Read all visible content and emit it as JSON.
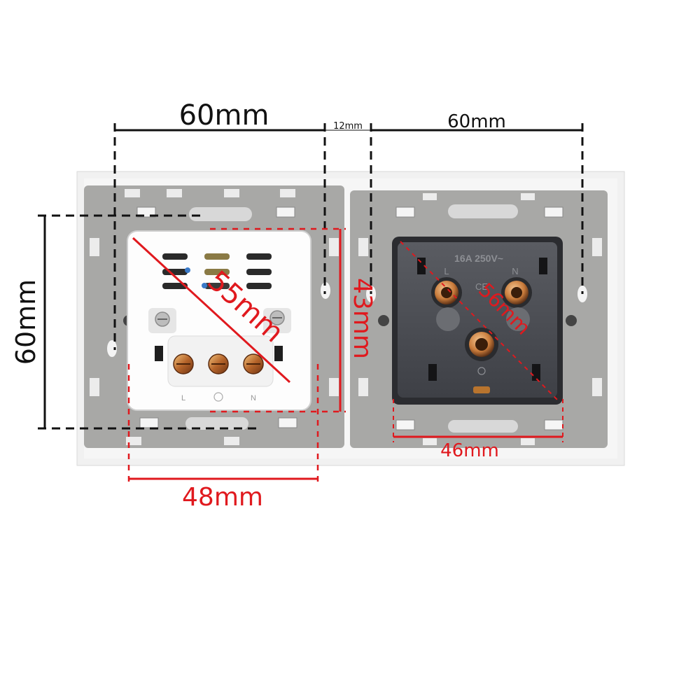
{
  "dimensions": {
    "left_width": "60mm",
    "gap": "12mm",
    "right_width": "60mm",
    "left_height": "60mm",
    "left_diagonal": "55mm",
    "module_height": "43mm",
    "right_diagonal": "56mm",
    "left_inner_width": "48mm",
    "right_inner_width": "46mm"
  },
  "right_socket": {
    "rating": "16A 250V~",
    "pin_live": "L",
    "pin_neutral": "N",
    "ce_mark": "CE"
  },
  "left_socket": {
    "pin_live": "L",
    "pin_neutral": "N"
  },
  "colors": {
    "black_dimension": "#111111",
    "red_dimension": "#e0191e",
    "frame_gray": "#a8a8a6",
    "plate_white": "#f1f1f1",
    "socket_dark": "#4a4c52"
  }
}
